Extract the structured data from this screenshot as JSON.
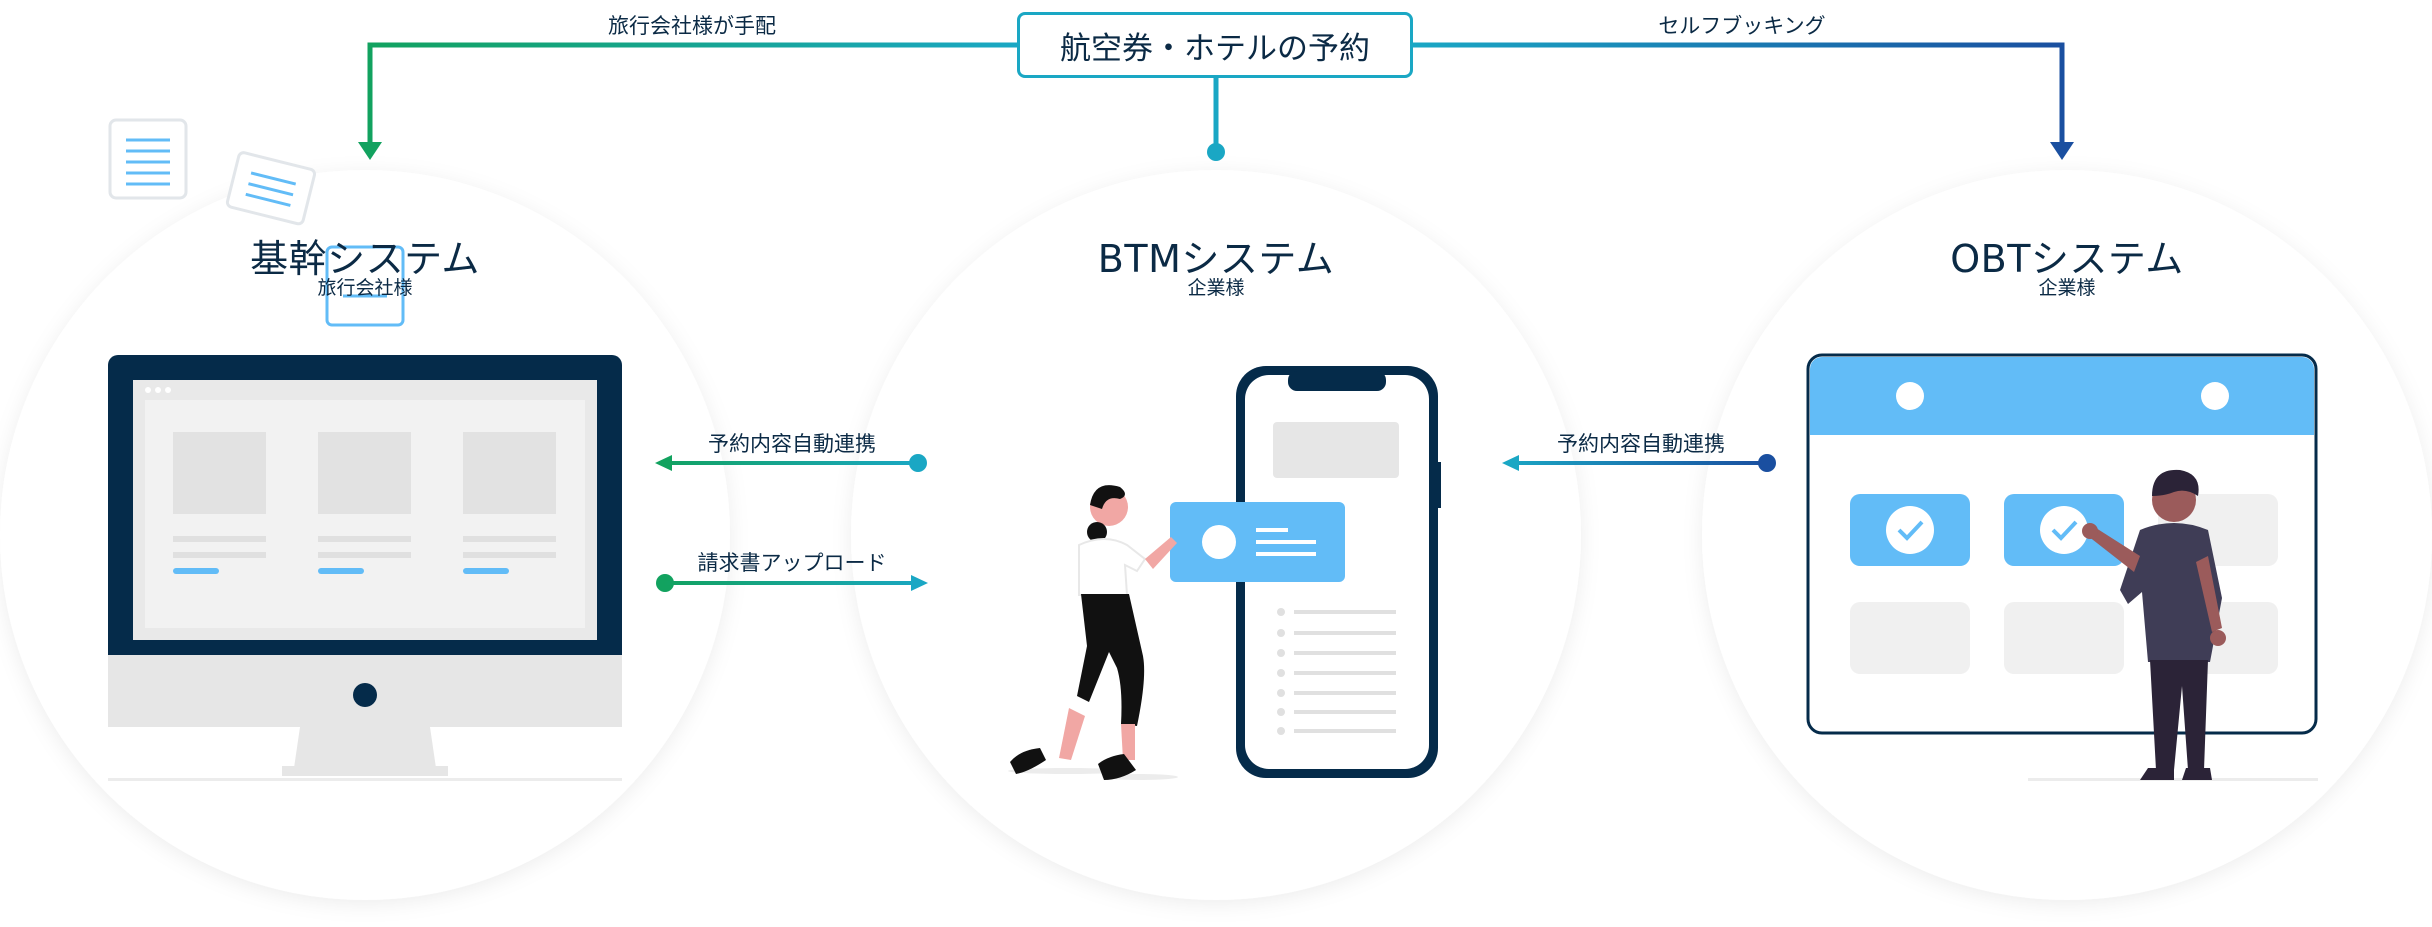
{
  "top": {
    "title": "航空券・ホテルの予約",
    "left_label": "旅行会社様が手配",
    "right_label": "セルフブッキング"
  },
  "systems": [
    {
      "title": "基幹システム",
      "subtitle": "旅行会社様"
    },
    {
      "title": "BTMシステム",
      "subtitle": "企業様"
    },
    {
      "title": "OBTシステム",
      "subtitle": "企業様"
    }
  ],
  "links": {
    "core_btm_sync": "予約内容自動連携",
    "invoice_upload": "請求書アップロード",
    "btm_obt_sync": "予約内容自動連携"
  },
  "colors": {
    "green": "#12a25f",
    "teal": "#1aa7c4",
    "navy": "#1a4fa0",
    "dark": "#052b4a",
    "accent": "#62bcf7"
  }
}
